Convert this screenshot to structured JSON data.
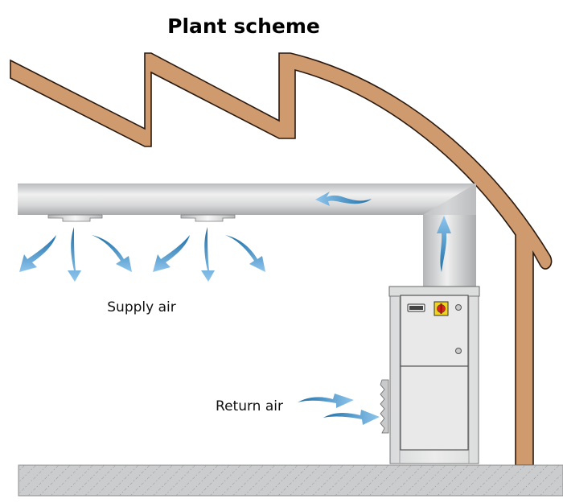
{
  "title": "Plant scheme",
  "labels": {
    "supply_air": "Supply air",
    "return_air": "Return air"
  },
  "colors": {
    "roof": "#CF9A6E",
    "roof_outline": "#2a1a10",
    "duct_light": "#ececec",
    "duct_dark": "#a9abad",
    "airflow_dark": "#1f6fa6",
    "airflow_light": "#8fc6ee",
    "unit_body": "#e4e5e6",
    "unit_outline": "#555555",
    "switch_yellow": "#f2d21b",
    "switch_red": "#d9251c",
    "floor": "#c9cacb"
  },
  "components": {
    "roof": "sawtooth roof with curved section",
    "duct": "supply air duct",
    "diffusers": 2,
    "unit": "air conditioning unit",
    "floor": "floor slab"
  }
}
